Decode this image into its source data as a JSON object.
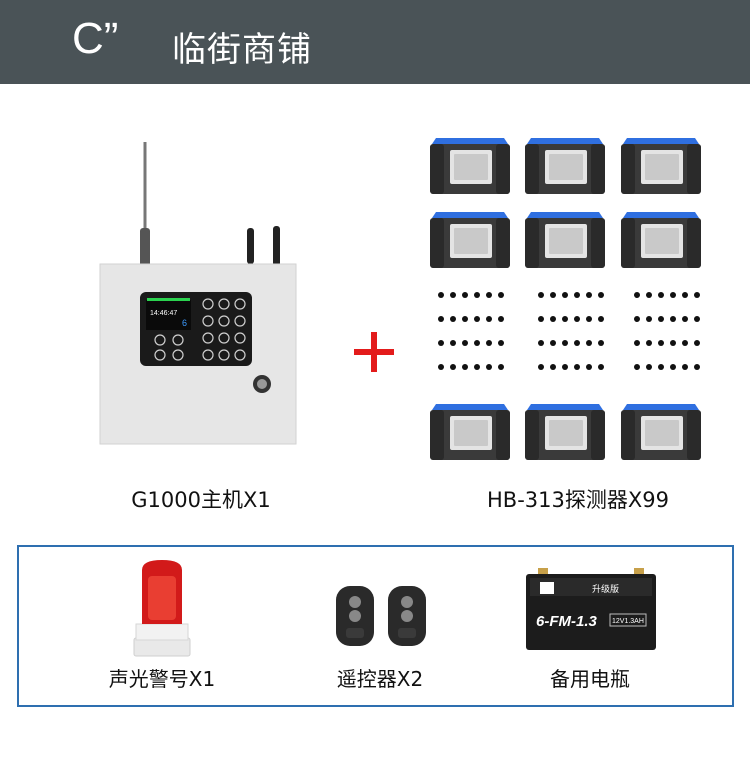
{
  "header": {
    "code": "C”",
    "title": "临街商铺"
  },
  "host": {
    "caption": "G1000主机X1",
    "screen_time": "14:46:47",
    "screen_digit": "6"
  },
  "detector": {
    "caption": "HB-313探测器X99"
  },
  "accessories": [
    {
      "label": "声光警号X1",
      "icon": "siren"
    },
    {
      "label": "遥控器X2",
      "icon": "remote-control"
    },
    {
      "label": "备用电瓶",
      "icon": "battery"
    }
  ],
  "battery": {
    "model": "6-FM-1.3",
    "brand": "升级版",
    "spec": "12V1.3AH"
  },
  "colors": {
    "header_bg": "#4a5357",
    "plus": "#e31b1b",
    "frame": "#2e6fb0"
  }
}
